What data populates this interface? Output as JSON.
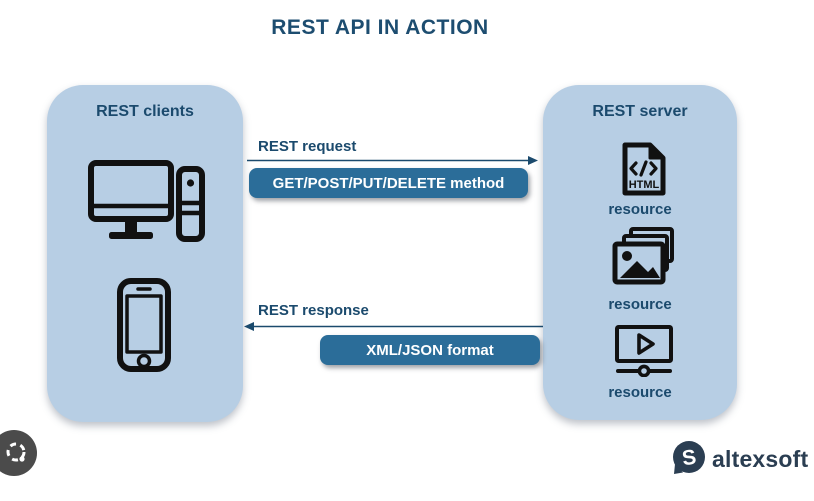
{
  "title": "REST API IN ACTION",
  "clients_panel": {
    "title": "REST clients",
    "icons": [
      "desktop-computer",
      "smartphone"
    ]
  },
  "server_panel": {
    "title": "REST server",
    "html_badge_text": "HTML",
    "resources": [
      {
        "icon": "html-file-icon",
        "label": "resource"
      },
      {
        "icon": "image-stack-icon",
        "label": "resource"
      },
      {
        "icon": "video-player-icon",
        "label": "resource"
      }
    ]
  },
  "request_flow": {
    "label": "REST request",
    "badge": "GET/POST/PUT/DELETE method",
    "direction": "client-to-server"
  },
  "response_flow": {
    "label": "REST response",
    "badge": "XML/JSON format",
    "direction": "server-to-client"
  },
  "branding": {
    "logo_text": "altexsoft"
  },
  "colors": {
    "panel_fill": "#b7cee4",
    "badge_fill": "#2b6d99",
    "heading_text": "#1b4a6d",
    "title_text": "#1d4d70",
    "badge_text": "#ffffff",
    "icon_black": "#111111",
    "logo_navy": "#2b3e52",
    "arrow": "#1b4a6d"
  }
}
